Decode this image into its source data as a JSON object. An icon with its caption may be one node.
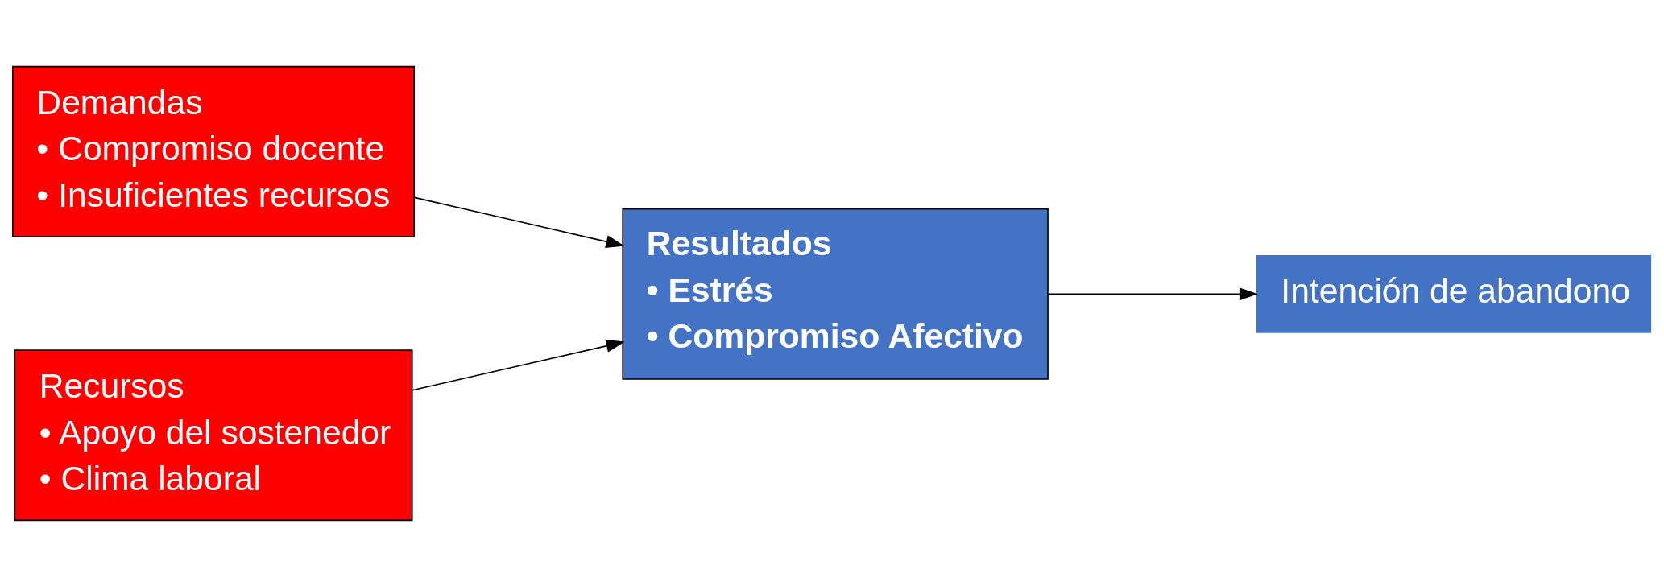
{
  "diagram": {
    "nodes": [
      {
        "text": [
          "Demandas",
          "• Compromiso docente",
          "• Insuficientes recursos"
        ]
      },
      {
        "text": [
          "Recursos",
          "• Apoyo del sostenedor",
          "• Clima laboral"
        ]
      },
      {
        "text": [
          "Resultados",
          "• Estrés",
          "• Compromiso Afectivo"
        ]
      },
      {
        "text": [
          "Intención de abandono"
        ]
      }
    ],
    "edges": [
      {
        "from": 0,
        "to": 2,
        "arrow": "to"
      },
      {
        "from": 1,
        "to": 2,
        "arrow": "to"
      },
      {
        "from": 2,
        "to": 3,
        "arrow": "to"
      }
    ]
  }
}
